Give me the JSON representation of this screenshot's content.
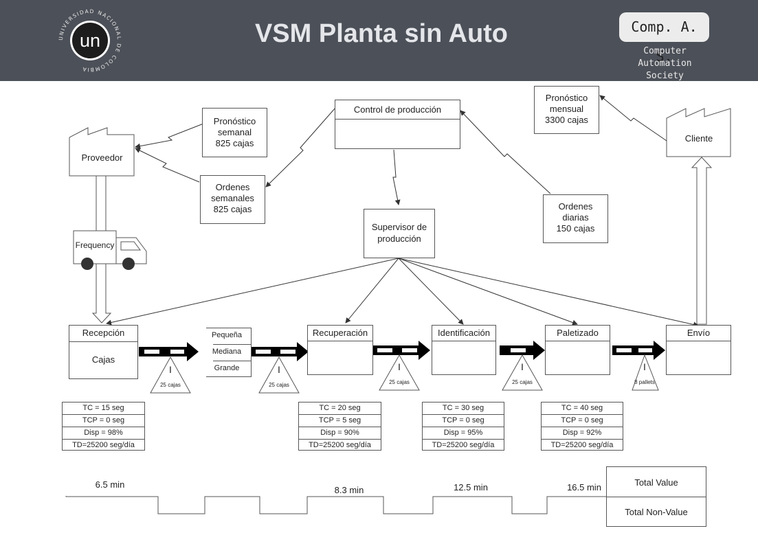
{
  "header": {
    "title": "VSM Planta sin Auto",
    "brand": "Comp. A. S.",
    "brand_subtitle": "Computer Automation\nSociety",
    "logo_text": "un",
    "logo_ring_text": "UNIVERSIDAD NACIONAL DE COLOMBIA"
  },
  "entities": {
    "proveedor": "Proveedor",
    "cliente": "Cliente",
    "truck": "Frequency"
  },
  "info": {
    "pronostico_semanal": "Pronóstico\nsemanal\n825 cajas",
    "ordenes_semanales": "Ordenes\nsemanales\n825 cajas",
    "control": "Control de producción",
    "pronostico_mensual": "Pronóstico\nmensual\n3300 cajas",
    "ordenes_diarias": "Ordenes\ndiarias\n150 cajas",
    "supervisor": "Supervisor de\nproducción"
  },
  "processes": [
    {
      "name": "Recepción",
      "body": "Cajas"
    },
    {
      "name": "Recuperación",
      "body": ""
    },
    {
      "name": "Identificación",
      "body": ""
    },
    {
      "name": "Paletizado",
      "body": ""
    },
    {
      "name": "Envío",
      "body": ""
    }
  ],
  "sizes": [
    "Pequeña",
    "Mediana",
    "Grande"
  ],
  "inventories": [
    "25 cajas",
    "25 cajas",
    "25 cajas",
    "25 cajas",
    "8 pallets"
  ],
  "inventory_glyph": "I",
  "data_boxes": [
    {
      "tc": "TC = 15 seg",
      "tcp": "TCP = 0 seg",
      "disp": "Disp = 98%",
      "td": "TD=25200 seg/día"
    },
    {
      "tc": "TC = 20 seg",
      "tcp": "TCP = 5 seg",
      "disp": "Disp = 90%",
      "td": "TD=25200 seg/día"
    },
    {
      "tc": "TC = 30 seg",
      "tcp": "TCP = 0 seg",
      "disp": "Disp = 95%",
      "td": "TD=25200 seg/día"
    },
    {
      "tc": "TC = 40 seg",
      "tcp": "TCP = 0 seg",
      "disp": "Disp = 92%",
      "td": "TD=25200 seg/día"
    }
  ],
  "timeline": {
    "times": [
      "6.5 min",
      "8.3 min",
      "12.5 min",
      "16.5 min"
    ],
    "total_value": "Total Value",
    "total_non_value": "Total Non-Value"
  },
  "colors": {
    "header_bg": "#4c5058",
    "line": "#555555",
    "push_arrow": "#000000"
  }
}
